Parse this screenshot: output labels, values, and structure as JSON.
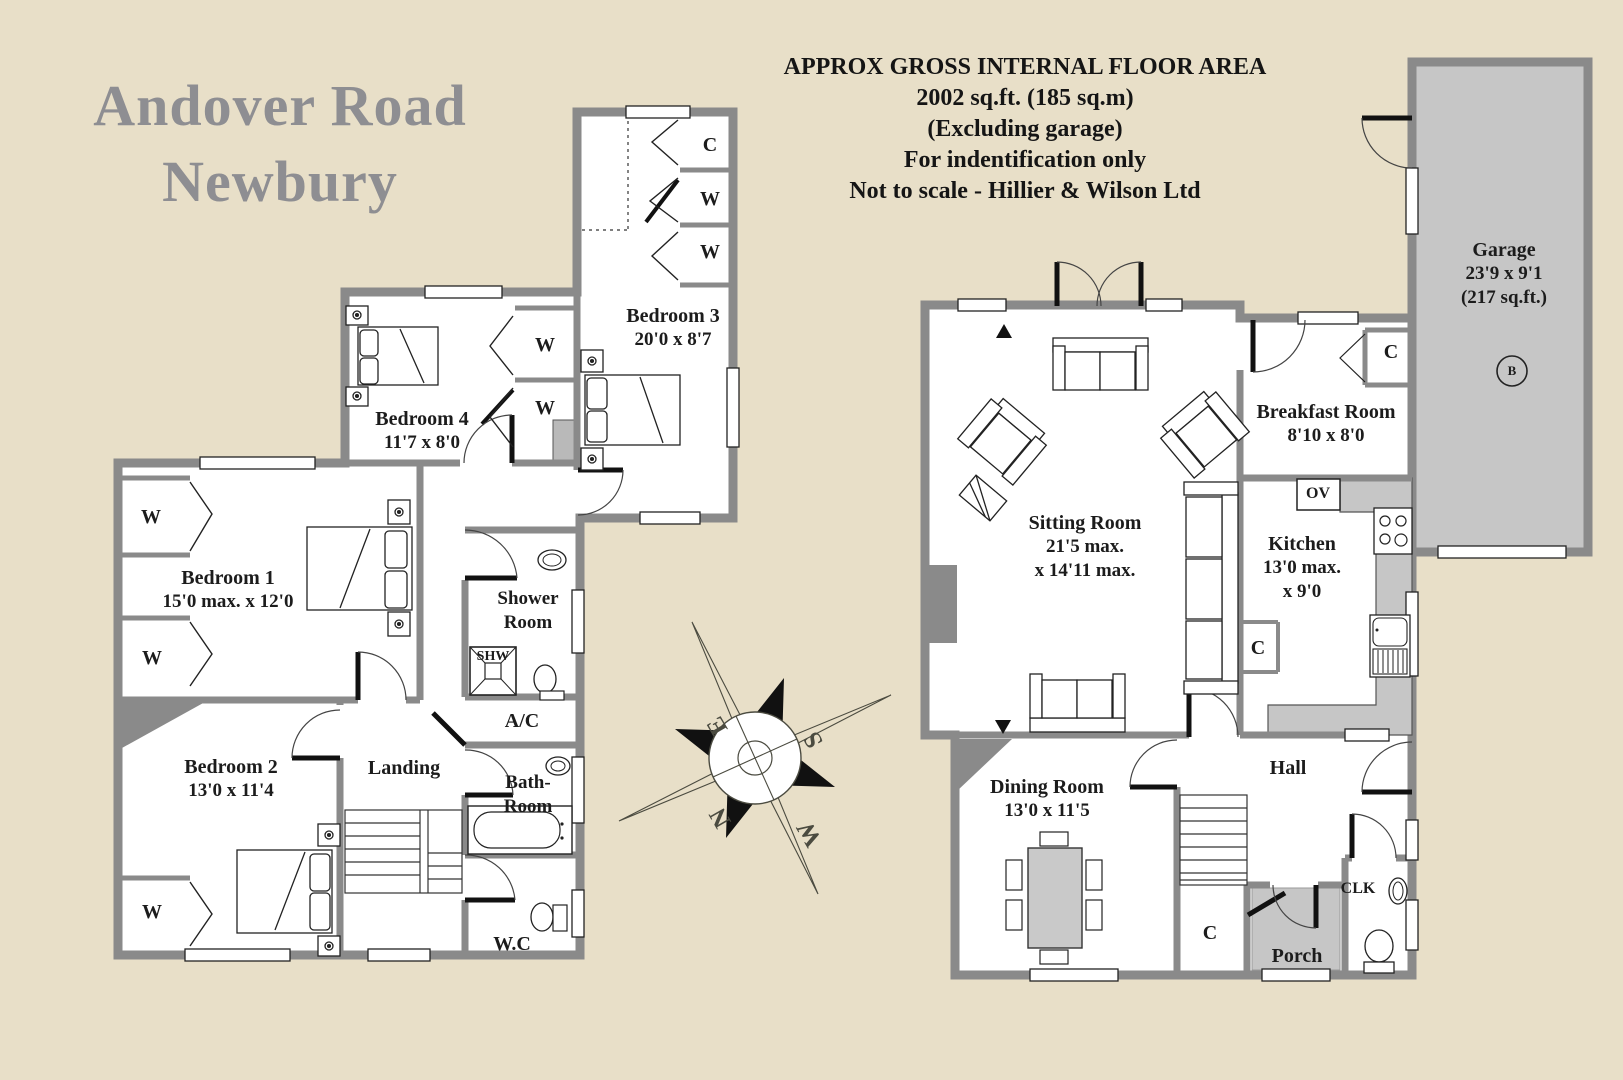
{
  "title": {
    "line1": "Andover Road",
    "line2": "Newbury"
  },
  "header": {
    "line1": "APPROX GROSS INTERNAL FLOOR AREA",
    "line2": "2002 sq.ft. (185 sq.m)",
    "line3": "(Excluding garage)",
    "line4": "For indentification only",
    "line5": "Not to scale - Hillier & Wilson Ltd"
  },
  "first_floor": {
    "bedroom1": {
      "name": "Bedroom 1",
      "dims": "15'0 max. x 12'0"
    },
    "bedroom2": {
      "name": "Bedroom 2",
      "dims": "13'0 x 11'4"
    },
    "bedroom3": {
      "name": "Bedroom 3",
      "dims": "20'0 x 8'7"
    },
    "bedroom4": {
      "name": "Bedroom 4",
      "dims": "11'7 x 8'0"
    },
    "shower_room": {
      "line1": "Shower",
      "line2": "Room"
    },
    "bathroom": {
      "line1": "Bath-",
      "line2": "Room"
    },
    "wc": {
      "name": "W.C"
    },
    "ac": {
      "name": "A/C"
    },
    "landing": {
      "name": "Landing"
    },
    "shower_tray": "SHW"
  },
  "ground_floor": {
    "sitting_room": {
      "name": "Sitting Room",
      "dims1": "21'5 max.",
      "dims2": "x 14'11 max."
    },
    "breakfast_room": {
      "name": "Breakfast Room",
      "dims": "8'10 x 8'0"
    },
    "kitchen": {
      "name": "Kitchen",
      "dims1": "13'0 max.",
      "dims2": "x 9'0"
    },
    "dining_room": {
      "name": "Dining Room",
      "dims": "13'0 x 11'5"
    },
    "hall": {
      "name": "Hall"
    },
    "porch": {
      "name": "Porch"
    },
    "cloakroom": {
      "name": "CLK"
    },
    "garage": {
      "name": "Garage",
      "dims": "23'9 x 9'1",
      "area": "(217 sq.ft.)"
    },
    "oven": "OV",
    "boiler": "B"
  },
  "glyphs": {
    "wardrobe": "W",
    "cupboard": "C"
  },
  "compass": {
    "north": "N",
    "south": "S",
    "east": "E",
    "west": "W"
  },
  "colors": {
    "background": "#e8dfc8",
    "wall": "#8a8a8a",
    "room_fill": "#ffffff",
    "garage_fill": "#c6c6c6",
    "door_black": "#111111",
    "title_gray": "#8e8e92",
    "text_black": "#1c1c1c"
  }
}
